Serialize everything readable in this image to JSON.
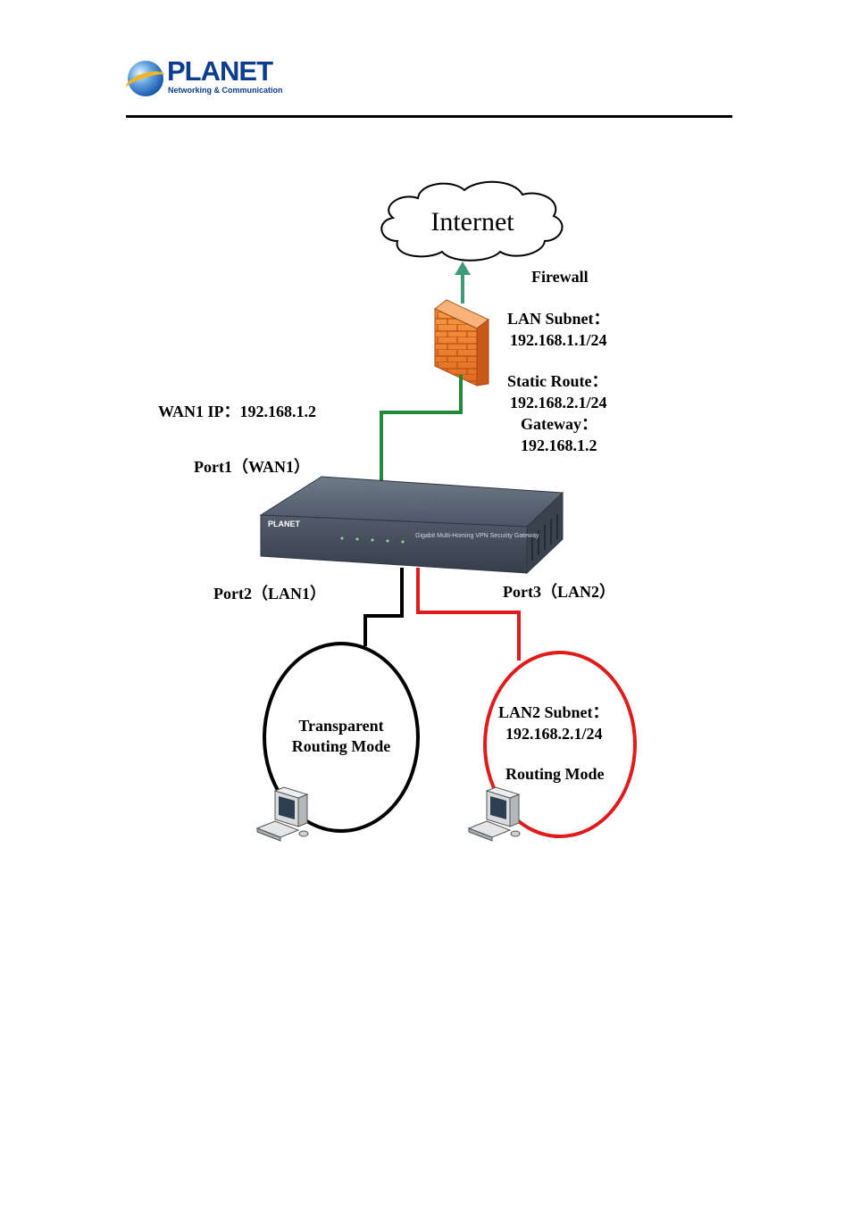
{
  "header": {
    "logo": {
      "brand": "PLANET",
      "tagline": "Networking & Communication"
    }
  },
  "diagram": {
    "cloud_label": "Internet",
    "firewall_title": "Firewall",
    "lan_subnet_label": "LAN Subnet：",
    "lan_subnet_value": "192.168.1.1/24",
    "static_route_label": "Static Route：",
    "static_route_value": "192.168.2.1/24",
    "gateway_label": "Gateway：",
    "gateway_value": "192.168.1.2",
    "wan1_ip": "WAN1 IP：192.168.1.2",
    "port1": "Port1（WAN1）",
    "port2": "Port2（LAN1）",
    "port3": "Port3（LAN2）",
    "device_brand": "PLANET",
    "device_caption": "Gigabit Multi-Homing VPN Security Gateway",
    "left_network_line1": "Transparent",
    "left_network_line2": "Routing Mode",
    "lan2_subnet_label": "LAN2 Subnet：",
    "lan2_subnet_value": "192.168.2.1/24",
    "right_network_mode": "Routing Mode"
  },
  "colors": {
    "wan_link": "#1f8a3c",
    "internet_arrow": "#3f9a78",
    "lan1_link": "#000000",
    "lan2_link": "#e01b1b",
    "firewall": "#ef7f2d",
    "device_body": "#4f5a6a"
  },
  "icons": [
    "planet-logo-icon",
    "cloud-icon",
    "firewall-icon",
    "router-device-icon",
    "computer-icon"
  ]
}
